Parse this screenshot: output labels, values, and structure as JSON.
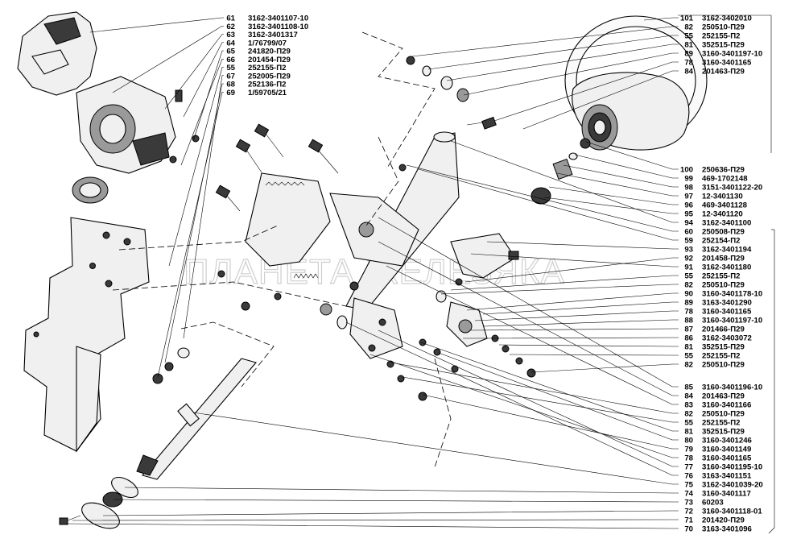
{
  "watermark": "ПЛАНЕТА ЖЕЛЕЗЯКА",
  "callouts_left": [
    {
      "num": "61",
      "code": "3162-3401107-10"
    },
    {
      "num": "62",
      "code": "3162-3401108-10"
    },
    {
      "num": "63",
      "code": "3162-3401317"
    },
    {
      "num": "64",
      "code": "1/76799/07"
    },
    {
      "num": "65",
      "code": "241820-П29"
    },
    {
      "num": "66",
      "code": "201454-П29"
    },
    {
      "num": "55",
      "code": "252155-П2"
    },
    {
      "num": "67",
      "code": "252005-П29"
    },
    {
      "num": "68",
      "code": "252136-П2"
    },
    {
      "num": "69",
      "code": "1/59705/21"
    }
  ],
  "callouts_right": [
    {
      "num": "101",
      "code": "3162-3402010"
    },
    {
      "num": "82",
      "code": "250510-П29"
    },
    {
      "num": "55",
      "code": "252155-П2"
    },
    {
      "num": "81",
      "code": "352515-П29"
    },
    {
      "num": "89",
      "code": "3160-3401197-10"
    },
    {
      "num": "78",
      "code": "3160-3401165"
    },
    {
      "num": "84",
      "code": "201463-П29"
    },
    {
      "num": "100",
      "code": "250636-П29"
    },
    {
      "num": "99",
      "code": "469-1702148"
    },
    {
      "num": "98",
      "code": "3151-3401122-20"
    },
    {
      "num": "97",
      "code": "12-3401130"
    },
    {
      "num": "96",
      "code": "469-3401128"
    },
    {
      "num": "95",
      "code": "12-3401120"
    },
    {
      "num": "94",
      "code": "3162-3401100"
    },
    {
      "num": "60",
      "code": "250508-П29"
    },
    {
      "num": "59",
      "code": "252154-П2"
    },
    {
      "num": "93",
      "code": "3162-3401194"
    },
    {
      "num": "92",
      "code": "201458-П29"
    },
    {
      "num": "91",
      "code": "3162-3401180"
    },
    {
      "num": "55",
      "code": "252155-П2"
    },
    {
      "num": "82",
      "code": "250510-П29"
    },
    {
      "num": "90",
      "code": "3160-3401178-10"
    },
    {
      "num": "89",
      "code": "3163-3401290"
    },
    {
      "num": "78",
      "code": "3160-3401165"
    },
    {
      "num": "88",
      "code": "3160-3401197-10"
    },
    {
      "num": "87",
      "code": "201466-П29"
    },
    {
      "num": "86",
      "code": "3162-3403072"
    },
    {
      "num": "81",
      "code": "352515-П29"
    },
    {
      "num": "55",
      "code": "252155-П2"
    },
    {
      "num": "82",
      "code": "250510-П29"
    },
    {
      "num": "85",
      "code": "3160-3401196-10"
    },
    {
      "num": "84",
      "code": "201463-П29"
    },
    {
      "num": "83",
      "code": "3160-3401166"
    },
    {
      "num": "82",
      "code": "250510-П29"
    },
    {
      "num": "55",
      "code": "252155-П2"
    },
    {
      "num": "81",
      "code": "352515-П29"
    },
    {
      "num": "80",
      "code": "3160-3401246"
    },
    {
      "num": "79",
      "code": "3160-3401149"
    },
    {
      "num": "78",
      "code": "3160-3401165"
    },
    {
      "num": "77",
      "code": "3160-3401195-10"
    },
    {
      "num": "76",
      "code": "3163-3401151"
    },
    {
      "num": "75",
      "code": "3162-3401039-20"
    },
    {
      "num": "74",
      "code": "3160-3401117"
    },
    {
      "num": "73",
      "code": "60203"
    },
    {
      "num": "72",
      "code": "3160-3401118-01"
    },
    {
      "num": "71",
      "code": "201420-П29"
    },
    {
      "num": "70",
      "code": "3163-3401096"
    }
  ]
}
